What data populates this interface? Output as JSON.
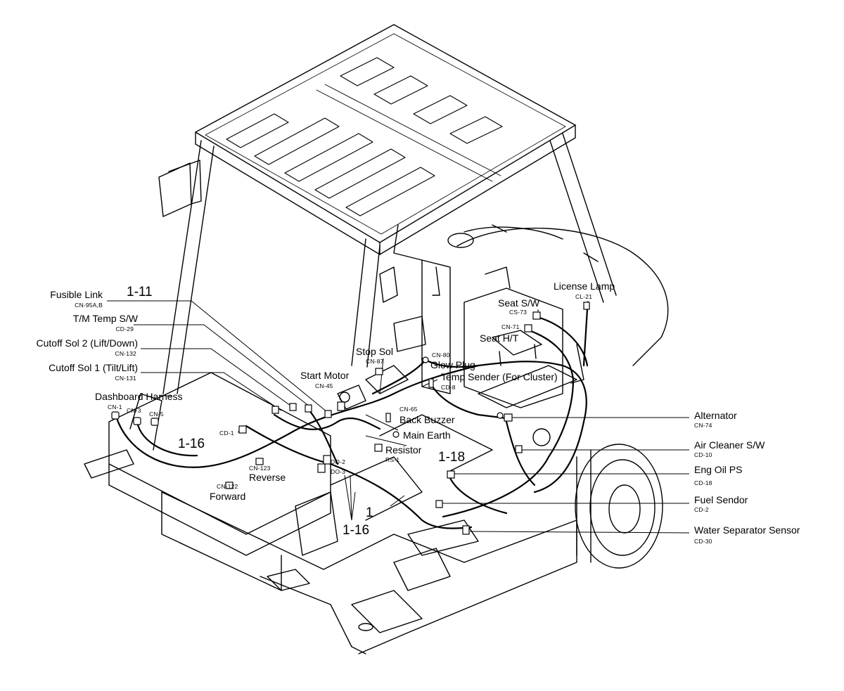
{
  "diagram": {
    "callouts": {
      "ref_1_11": "1-11",
      "ref_1_16_left": "1-16",
      "ref_1_16_bottom": "1-16",
      "ref_1_18": "1-18",
      "ref_1": "1"
    },
    "left_labels": [
      {
        "name": "Fusible Link",
        "code": "CN-95A,B"
      },
      {
        "name": "T/M Temp S/W",
        "code": "CD-29"
      },
      {
        "name": "Cutoff Sol 2 (Lift/Down)",
        "code": "CN-132"
      },
      {
        "name": "Cutoff Sol 1 (Tilt/Lift)",
        "code": "CN-131"
      }
    ],
    "dashboard": {
      "name": "Dashboard Harness",
      "codes": [
        "CN-1",
        "CN-3",
        "CN-5"
      ]
    },
    "center_labels": {
      "start_motor": {
        "name": "Start Motor",
        "code": "CN-45"
      },
      "stop_sol": {
        "name": "Stop Sol",
        "code": "CN-87"
      },
      "glow_plug": {
        "name": "Glow Plug",
        "code": "CN-80"
      },
      "temp_sender": {
        "name": "Temp Sender (For Cluster)",
        "code": "CD-8"
      },
      "back_buzzer": {
        "name": "Back Buzzer",
        "code": "CN-65"
      },
      "main_earth": {
        "name": "Main Earth"
      },
      "resistor": {
        "name": "Resistor",
        "code": "RS-1"
      },
      "cd1": {
        "code": "CD-1"
      },
      "do2": {
        "code": "DO-2"
      },
      "do3": {
        "code": "DO-3"
      },
      "reverse": {
        "name": "Reverse",
        "code": "CN-123"
      },
      "forward": {
        "name": "Forward",
        "code": "CN-122"
      },
      "seat_sw": {
        "name": "Seat S/W",
        "code": "CS-73"
      },
      "seat_ht": {
        "name": "Seat H/T",
        "code": "CN-71"
      },
      "license_lamp": {
        "name": "License Lamp",
        "code": "CL-21"
      }
    },
    "right_labels": [
      {
        "name": "Alternator",
        "code": "CN-74"
      },
      {
        "name": "Air Cleaner S/W",
        "code": "CD-10"
      },
      {
        "name": "Eng Oil PS",
        "code": "CD-18"
      },
      {
        "name": "Fuel Sendor",
        "code": "CD-2"
      },
      {
        "name": "Water Separator Sensor",
        "code": "CD-30"
      }
    ]
  }
}
